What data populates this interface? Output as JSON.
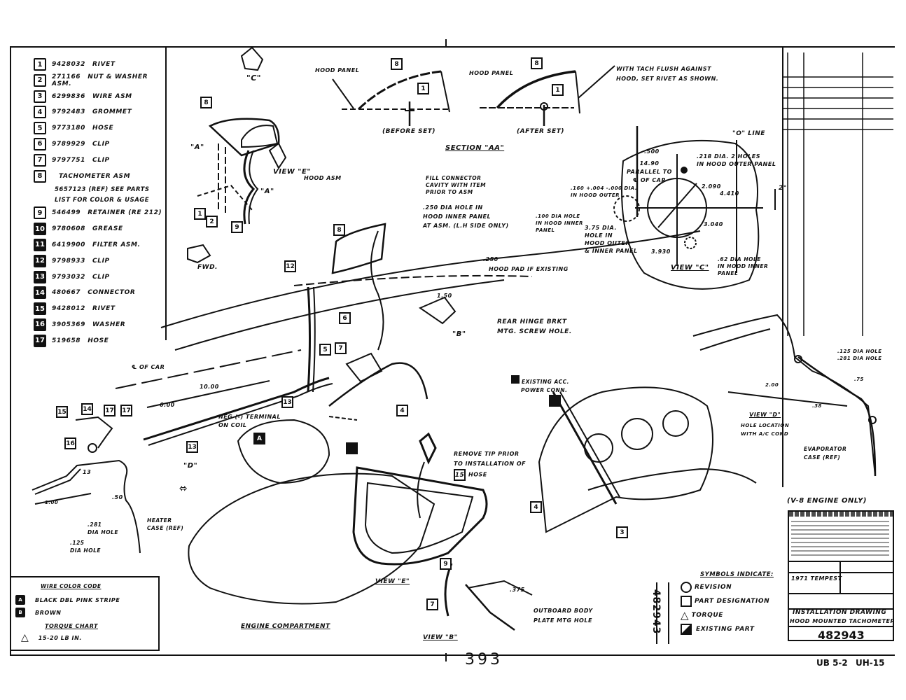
{
  "drawing": {
    "number": "482943",
    "page_number": "393",
    "sheet_ref": "UB 5-2",
    "sheet_date": "UH-15",
    "engine_note": "(V-8 ENGINE ONLY)",
    "title_line1": "INSTALLATION DRAWING",
    "title_line2": "HOOD MOUNTED TACHOMETER",
    "model": "1971 TEMPEST",
    "vertical_number": "482943"
  },
  "parts_list": [
    {
      "id": "1",
      "part_no": "9428032",
      "desc": "RIVET",
      "filled": false
    },
    {
      "id": "2",
      "part_no": "271166",
      "desc": "NUT & WASHER ASM.",
      "filled": false
    },
    {
      "id": "3",
      "part_no": "6299836",
      "desc": "WIRE ASM",
      "filled": false
    },
    {
      "id": "4",
      "part_no": "9792483",
      "desc": "GROMMET",
      "filled": false
    },
    {
      "id": "5",
      "part_no": "9773180",
      "desc": "HOSE",
      "filled": false
    },
    {
      "id": "6",
      "part_no": "9789929",
      "desc": "CLIP",
      "filled": false
    },
    {
      "id": "7",
      "part_no": "9797751",
      "desc": "CLIP",
      "filled": false
    },
    {
      "id": "8",
      "part_no": "",
      "desc": "TACHOMETER ASM",
      "filled": false
    },
    {
      "id": "9",
      "part_no": "546499",
      "desc": "RETAINER (RE 212)",
      "filled": false
    },
    {
      "id": "10",
      "part_no": "9780608",
      "desc": "GREASE",
      "filled": true
    },
    {
      "id": "11",
      "part_no": "6419900",
      "desc": "FILTER ASM.",
      "filled": true
    },
    {
      "id": "12",
      "part_no": "9798933",
      "desc": "CLIP",
      "filled": true
    },
    {
      "id": "13",
      "part_no": "9793032",
      "desc": "CLIP",
      "filled": true
    },
    {
      "id": "14",
      "part_no": "480667",
      "desc": "CONNECTOR",
      "filled": true
    },
    {
      "id": "15",
      "part_no": "9428012",
      "desc": "RIVET",
      "filled": true
    },
    {
      "id": "16",
      "part_no": "3905369",
      "desc": "WASHER",
      "filled": true
    },
    {
      "id": "17",
      "part_no": "519658",
      "desc": "HOSE",
      "filled": true
    }
  ],
  "tach_note_line1": "5657123 (REF) SEE PARTS",
  "tach_note_line2": "LIST FOR COLOR & USAGE",
  "wire_color_code": {
    "title": "WIRE COLOR CODE",
    "items": [
      {
        "code": "A",
        "label": "BLACK DBL PINK STRIPE"
      },
      {
        "code": "B",
        "label": "BROWN"
      }
    ]
  },
  "torque_chart": {
    "title": "TORQUE CHART",
    "value": "15-20 LB IN."
  },
  "symbols": {
    "title": "SYMBOLS INDICATE:",
    "items": [
      {
        "shape": "circle",
        "label": "REVISION"
      },
      {
        "shape": "square",
        "label": "PART DESIGNATION"
      },
      {
        "shape": "triangle",
        "label": "TORQUE"
      },
      {
        "shape": "filled-square",
        "label": "EXISTING PART"
      }
    ]
  },
  "labels": {
    "section_aa": "SECTION \"AA\"",
    "hood_panel": "HOOD PANEL",
    "before_set": "(BEFORE SET)",
    "after_set": "(AFTER SET)",
    "rivet_note_1": "WITH TACH FLUSH AGAINST",
    "rivet_note_2": "HOOD, SET RIVET AS SHOWN.",
    "view_c_arrow": "\"C\"",
    "view_a": "\"A\"",
    "view_e": "VIEW \"E\"",
    "hood_asm": "HOOD ASM",
    "fwd": "FWD.",
    "view_c": "VIEW \"C\"",
    "zero_line": "\"O\" LINE",
    "dim_500": ".500",
    "dim_1490": "14.90",
    "parallel_1": "PARALLEL TO",
    "parallel_2": "℄ OF CAR",
    "hole_218_1": ".218 DIA. 2 HOLES",
    "hole_218_2": "IN HOOD OUTER PANEL",
    "dim_2090": "2.090",
    "dim_4410": "4.410",
    "dim_2deg": "2°",
    "hole_160_1": ".160 +.004 -.000 DIA.",
    "hole_160_2": "IN HOOD OUTER",
    "hole_100_1": ".100 DIA HOLE",
    "hole_100_2": "IN HOOD INNER",
    "hole_100_3": "PANEL",
    "hole_375_1": "3.75 DIA.",
    "hole_375_2": "HOLE IN",
    "hole_375_3": "HOOD OUTER",
    "hole_375_4": "& INNER PANEL",
    "dim_3040": "3.040",
    "dim_3930": "3.930",
    "hole_62_1": ".62 DIA HOLE",
    "hole_62_2": "IN HOOD INNER",
    "hole_62_3": "PANEL",
    "fill_conn_1": "FILL CONNECTOR",
    "fill_conn_2": "CAVITY WITH ITEM",
    "fill_conn_3": "PRIOR TO ASM",
    "hole_250_1": ".250 DIA HOLE IN",
    "hole_250_2": "HOOD INNER PANEL",
    "hole_250_3": "AT ASM. (L.H SIDE ONLY)",
    "dim_250": ".250",
    "hood_pad": "HOOD PAD IF EXISTING",
    "dim_150": "1.50",
    "rear_hinge_1": "REAR HINGE BRKT",
    "rear_hinge_2": "MTG. SCREW HOLE.",
    "view_b_arrow": "\"B\"",
    "cl_car": "℄ OF CAR",
    "dim_1000": "10.00",
    "dim_600": "6.00",
    "neg_terminal_1": "NEG (-) TERMINAL",
    "neg_terminal_2": "ON COIL",
    "existing_acc_1": "EXISTING ACC.",
    "existing_acc_2": "POWER CONN.",
    "remove_tip_1": "REMOVE TIP PRIOR",
    "remove_tip_2": "TO INSTALLATION OF",
    "remove_tip_3": "HOSE",
    "view_d_arrow": "\"D\"",
    "heater_case_1": "HEATER",
    "heater_case_2": "CASE (REF)",
    "dim_281": ".281",
    "dia_hole": "DIA HOLE",
    "dim_125": ".125",
    "dim_50": ".50",
    "dim_100": "1.00",
    "engine_compartment": "ENGINE COMPARTMENT",
    "view_b": "VIEW \"B\"",
    "dim_375": ".375",
    "outboard_1": "OUTBOARD BODY",
    "outboard_2": "PLATE MTG HOLE",
    "view_d": "VIEW \"D\"",
    "hole_loc_1": "HOLE LOCATION",
    "hole_loc_2": "WITH A/C COND",
    "evap_1": "EVAPORATOR",
    "evap_2": "CASE (REF)",
    "d_125": ".125 DIA HOLE",
    "d_281": ".281 DIA HOLE",
    "d_200": "2.00",
    "d_75": ".75",
    "d_38": ".38"
  }
}
